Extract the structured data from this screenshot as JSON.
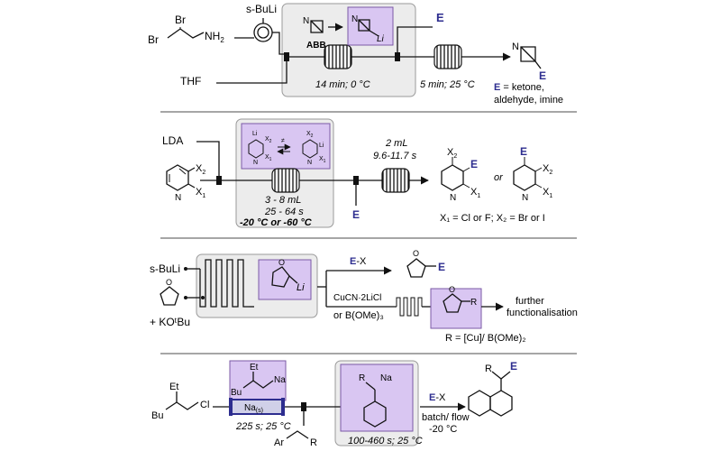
{
  "colors": {
    "highlight_fill": "#d9c6f2",
    "highlight_stroke": "#7b5aa6",
    "box_fill": "#ececec",
    "box_stroke": "#9a9a9a",
    "electrophile": "#2d2d8f",
    "divider": "#a6a6a6"
  },
  "scheme1": {
    "reagent_top": "s-BuLi",
    "sm_left": "Br",
    "sm_br": "Br",
    "sm_nh2": "NH",
    "sm_nh2_sub": "2",
    "solvent": "THF",
    "abb": "ABB",
    "li": "Li",
    "n": "N",
    "coil1": "14 min; 0 °C",
    "coil2": "5 min; 25 °C",
    "e_in": "E",
    "product_e": "E",
    "note_e": "E",
    "note_rest": " = ketone,",
    "note_line2": "aldehyde, imine"
  },
  "scheme2": {
    "reagent": "LDA",
    "x2": "X",
    "x2_sub": "2",
    "x1": "X",
    "x1_sub": "1",
    "n": "N",
    "li": "Li",
    "eq_symbol": "≠",
    "reactor1_vol": "3 - 8 mL",
    "reactor1_time": "25 - 64 s",
    "reactor1_temp": "-20 °C or -60 °C",
    "e_in": "E",
    "reactor2_vol": "2 mL",
    "reactor2_time": "9.6-11.7 s",
    "or": "or",
    "product_e": "E",
    "legend": "X₁ = Cl or F; X₂ = Br or I"
  },
  "scheme3": {
    "reagent1": "s-BuLi",
    "reagent2": "+ KOᵗBu",
    "o": "O",
    "li": "Li",
    "ex": "E-X",
    "ex_e": "E",
    "product_e": "E",
    "cu_reagent": "CuCN·2LiCl",
    "b_reagent": "or B(OMe)₃",
    "r": "R",
    "further1": "further",
    "further2": "functionalisation",
    "r_def": "R = [Cu]/ B(OMe)₂"
  },
  "scheme4": {
    "sm_et": "Et",
    "sm_bu": "Bu",
    "sm_cl": "Cl",
    "na_et": "Et",
    "na_bu": "Bu",
    "na": "Na",
    "na_cartridge": "Na(s)",
    "cartridge_cond": "225 s; 25 °C",
    "ar": "Ar",
    "r": "R",
    "benzyl_r": "R",
    "benzyl_na": "Na",
    "reactor_cond": "100-460 s; 25 °C",
    "ex": "E-X",
    "cond1": "batch/ flow",
    "cond2": "-20 °C",
    "prod_r": "R",
    "prod_e": "E"
  }
}
